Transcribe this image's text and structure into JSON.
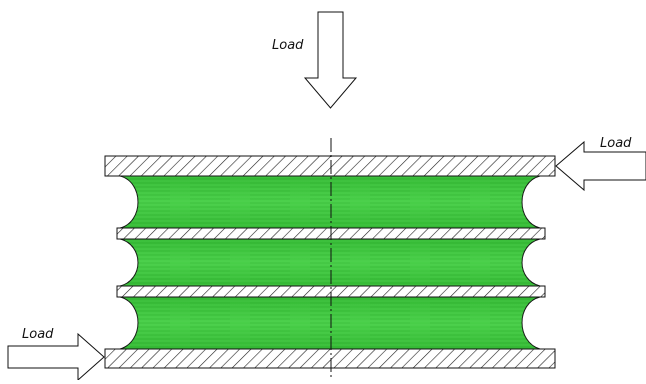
{
  "diagram": {
    "labels": {
      "top_load": "Load",
      "right_load": "Load",
      "left_load": "Load"
    },
    "colors": {
      "rubber_green": "#3ec63e",
      "rubber_green_dark": "#2fae2f",
      "outline": "#111111",
      "hatch": "#222222"
    },
    "components": {
      "steel_plates": 4,
      "rubber_layers": 3
    }
  }
}
